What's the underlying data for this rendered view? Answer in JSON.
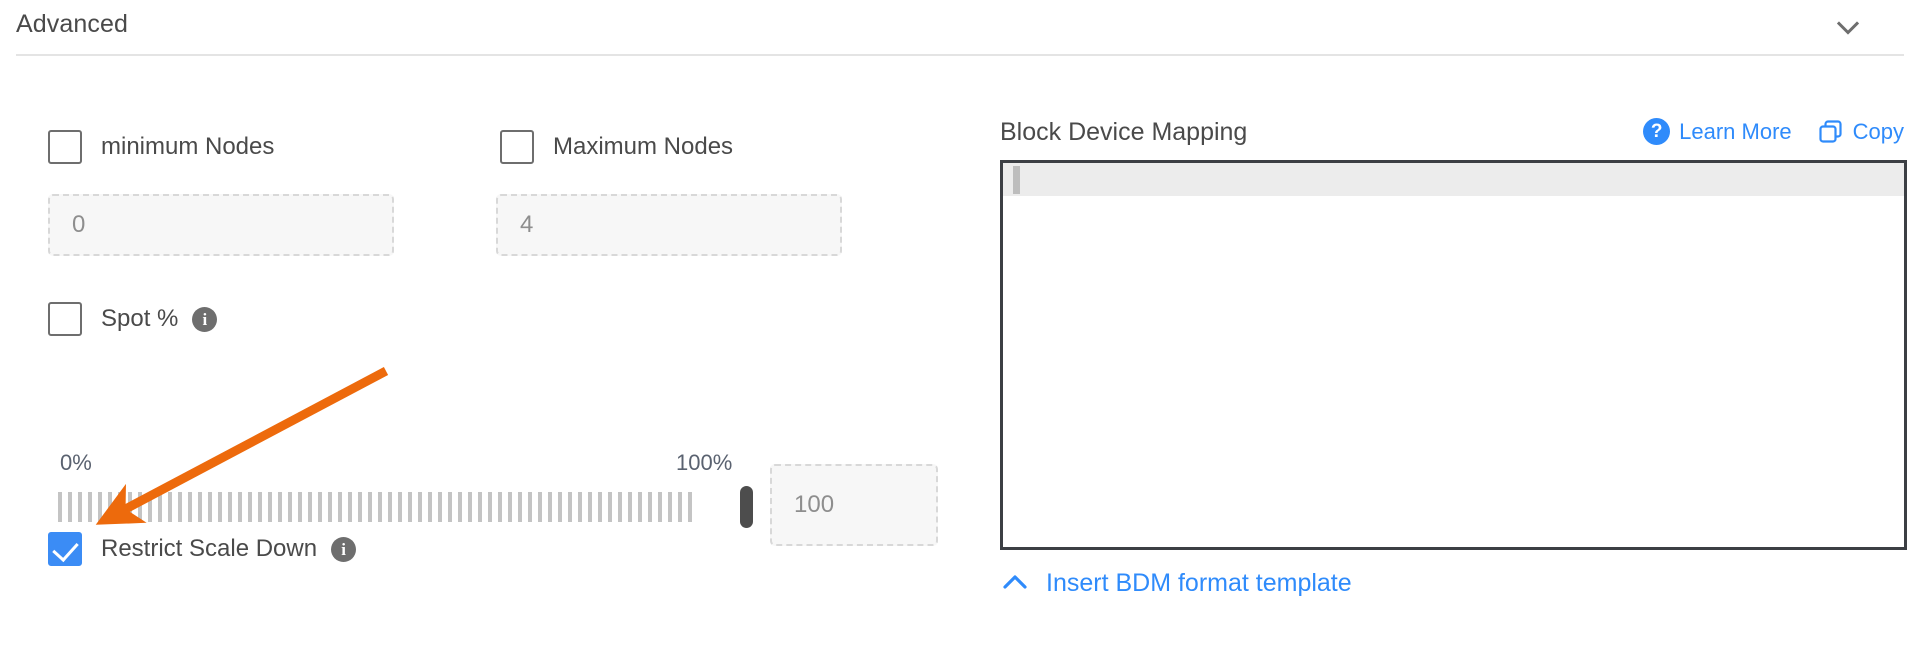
{
  "header": {
    "title": "Advanced",
    "collapse_icon": "chevron-down-icon"
  },
  "left_panel": {
    "min_nodes": {
      "label": "minimum Nodes",
      "checked": false,
      "input_placeholder": "0",
      "input_value": ""
    },
    "max_nodes": {
      "label": "Maximum Nodes",
      "checked": false,
      "input_placeholder": "4",
      "input_value": ""
    },
    "spot_pct": {
      "label": "Spot %",
      "checked": false,
      "info_icon": "info-icon",
      "info_glyph": "i"
    },
    "slider": {
      "min_label": "0%",
      "max_label": "100%",
      "min": 0,
      "max": 100,
      "value": 100,
      "tick_count": 64,
      "value_input_placeholder": "100",
      "value_input_value": ""
    },
    "restrict_scale_down": {
      "label": "Restrict Scale Down",
      "checked": true,
      "info_icon": "info-icon",
      "info_glyph": "i"
    }
  },
  "right_panel": {
    "title": "Block Device Mapping",
    "learn_more": {
      "label": "Learn More",
      "icon": "question-circle-icon",
      "glyph": "?"
    },
    "copy": {
      "label": "Copy",
      "icon": "copy-icon"
    },
    "editor": {
      "content": "",
      "active_line": 1
    },
    "insert_template": {
      "label": "Insert BDM format template",
      "icon": "chevron-up-icon"
    }
  },
  "annotation": {
    "type": "arrow",
    "color": "#ed6a0c",
    "points_to": "restrict-scale-down-checkbox"
  },
  "colors": {
    "accent_blue": "#2f8bfb",
    "checkbox_checked": "#3b8cf5",
    "text": "#4a4a4a",
    "muted": "#8e8e8e",
    "annotation_orange": "#ed6a0c"
  }
}
